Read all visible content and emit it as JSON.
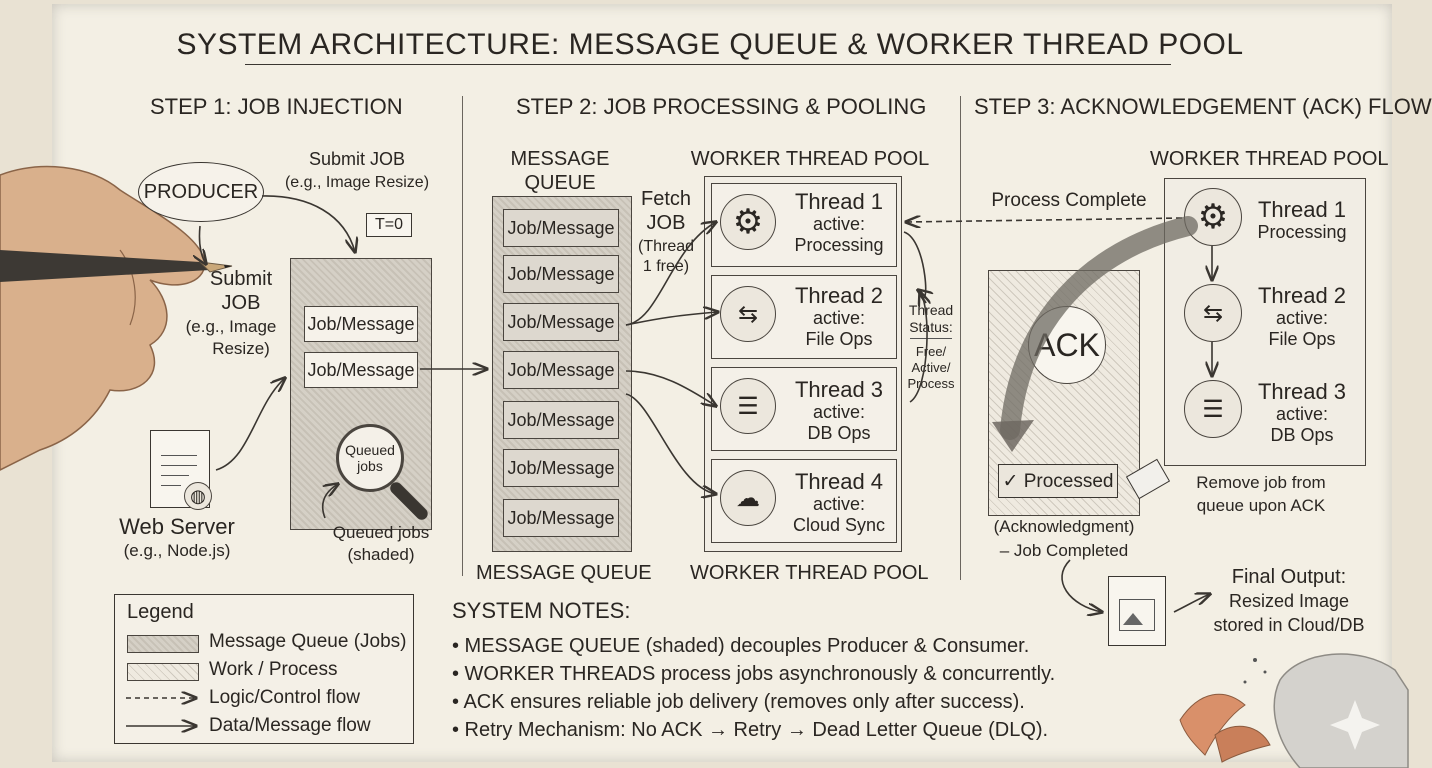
{
  "title": "SYSTEM ARCHITECTURE: MESSAGE QUEUE & WORKER THREAD POOL",
  "step1": {
    "heading": "STEP 1: JOB INJECTION",
    "producer": "PRODUCER",
    "submit_top": "Submit JOB",
    "submit_top_eg": "(e.g., Image Resize)",
    "time_tag": "T=0",
    "submit_left_1": "Submit",
    "submit_left_2": "JOB",
    "submit_left_eg1": "(e.g., Image",
    "submit_left_eg2": "Resize)",
    "jobs": [
      "Job/Message",
      "Job/Message"
    ],
    "magnifier_1": "Queued",
    "magnifier_2": "jobs",
    "queued_label_1": "Queued jobs",
    "queued_label_2": "(shaded)",
    "web_server": "Web Server",
    "web_server_eg": "(e.g., Node.js)"
  },
  "step2": {
    "heading": "STEP 2: JOB PROCESSING & POOLING",
    "queue_title_1": "MESSAGE",
    "queue_title_2": "QUEUE",
    "queue_items": [
      "Job/Message",
      "Job/Message",
      "Job/Message",
      "Job/Message",
      "Job/Message",
      "Job/Message",
      "Job/Message"
    ],
    "queue_caption": "MESSAGE QUEUE",
    "fetch_1": "Fetch",
    "fetch_2": "JOB",
    "fetch_3": "(Thread",
    "fetch_4": "1 free)",
    "pool_title": "WORKER THREAD POOL",
    "pool_caption": "WORKER THREAD POOL",
    "threads": [
      {
        "name": "Thread 1",
        "state": "active:",
        "task": "Processing",
        "icon": "gear-icon"
      },
      {
        "name": "Thread 2",
        "state": "active:",
        "task": "File Ops",
        "icon": "file-transfer-icon"
      },
      {
        "name": "Thread 3",
        "state": "active:",
        "task": "DB Ops",
        "icon": "database-icon"
      },
      {
        "name": "Thread 4",
        "state": "active:",
        "task": "Cloud Sync",
        "icon": "cloud-sync-icon"
      }
    ],
    "status_1": "Thread",
    "status_2": "Status:",
    "status_3": "Free/",
    "status_4": "Active/",
    "status_5": "Process"
  },
  "step3": {
    "heading": "STEP 3: ACKNOWLEDGEMENT (ACK) FLOW",
    "pool_title": "WORKER THREAD POOL",
    "process_complete": "Process Complete",
    "ack": "ACK",
    "processed": "✓ Processed",
    "ack_note_1": "(Acknowledgment)",
    "ack_note_2": "– Job Completed",
    "remove_1": "Remove job from",
    "remove_2": "queue upon ACK",
    "threads": [
      {
        "name": "Thread 1",
        "state": "",
        "task": "Processing",
        "icon": "gear-icon"
      },
      {
        "name": "Thread 2",
        "state": "active:",
        "task": "File Ops",
        "icon": "file-transfer-icon"
      },
      {
        "name": "Thread 3",
        "state": "active:",
        "task": "DB Ops",
        "icon": "database-icon"
      }
    ],
    "final_1": "Final Output:",
    "final_2": "Resized Image",
    "final_3": "stored in Cloud/DB"
  },
  "legend": {
    "title": "Legend",
    "items": [
      "Message Queue (Jobs)",
      "Work / Process",
      "Logic/Control flow",
      "Data/Message flow"
    ]
  },
  "notes": {
    "title": "SYSTEM NOTES:",
    "items": [
      "• MESSAGE QUEUE (shaded) decouples Producer & Consumer.",
      "• WORKER THREADS process jobs asynchronously & concurrently.",
      "• ACK ensures reliable job delivery (removes only after success).",
      "• Retry Mechanism: No ACK → Retry → Dead Letter Queue (DLQ)."
    ]
  }
}
